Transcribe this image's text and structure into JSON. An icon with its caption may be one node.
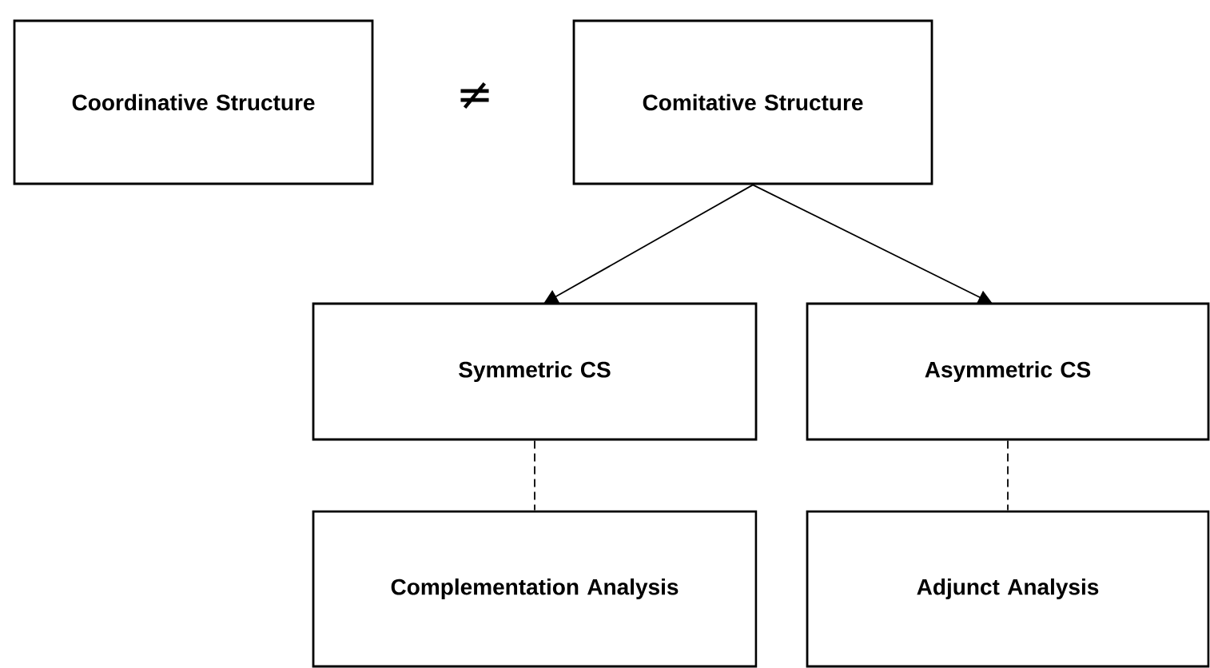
{
  "diagram": {
    "nodes": [
      {
        "text": [
          "Coordinative Structure"
        ]
      },
      {
        "text": [
          "Comitative Structure"
        ]
      },
      {
        "text": [
          "Symmetric CS"
        ]
      },
      {
        "text": [
          "Asymmetric CS"
        ]
      },
      {
        "text": [
          "Complementation Analysis"
        ]
      },
      {
        "text": [
          "Adjunct Analysis"
        ]
      }
    ],
    "edges": [
      {
        "from": 1,
        "to": 2,
        "arrow": "to"
      },
      {
        "from": 1,
        "to": 3,
        "arrow": "to"
      },
      {
        "from": 2,
        "to": 4,
        "arrow": "none",
        "style": "dashed"
      },
      {
        "from": 3,
        "to": 5,
        "arrow": "none",
        "style": "dashed"
      }
    ],
    "labels": [
      "≠"
    ]
  }
}
